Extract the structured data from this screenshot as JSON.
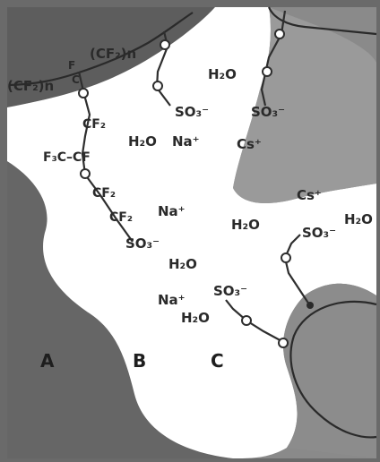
{
  "labels": {
    "cf2_n_top": "(CF₂)n",
    "cf2_n_left": "(CF₂)n",
    "f_atom": "F",
    "c_atom": "C",
    "cf2_a": "CF₂",
    "f3c_cf": "F₃C–CF",
    "cf2_b": "CF₂",
    "cf2_c": "CF₂",
    "so3_1": "SO₃⁻",
    "so3_2": "SO₃⁻",
    "so3_3": "SO₃⁻",
    "so3_4": "SO₃⁻",
    "so3_5": "SO₃⁻",
    "h2o_1": "H₂O",
    "h2o_2": "H₂O",
    "h2o_3": "H₂O",
    "h2o_4": "H₂O",
    "h2o_5": "H₂O",
    "h2o_6": "H₂O",
    "na_1": "Na⁺",
    "na_2": "Na⁺",
    "na_3": "Na⁺",
    "cs_1": "Cs⁺",
    "cs_2": "Cs⁺"
  },
  "regions": {
    "a": "A",
    "b": "B",
    "c": "C"
  },
  "colors": {
    "polymer_dark": "#5d5d5d",
    "polymer_mid": "#7a7a7a",
    "polymer_light": "#9a9a9a",
    "ionic_cluster": "#ffffff",
    "ink": "#2a2a2a"
  }
}
